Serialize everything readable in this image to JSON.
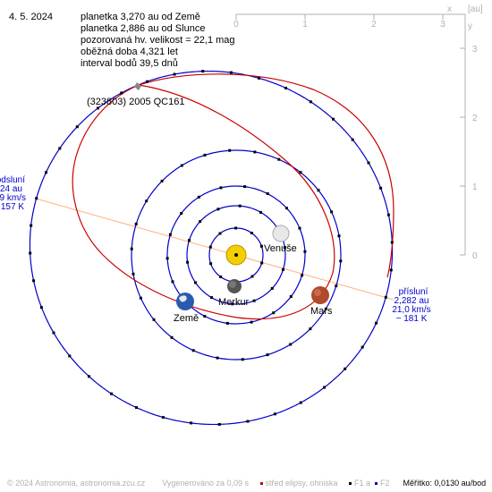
{
  "date": "4. 5. 2024",
  "info_lines": [
    "planetka 3,270 au od Země",
    "planetka 2,886 au od Slunce",
    "pozorovaná hv. velikost = 22,1 mag",
    "oběžná doba 4,321 let",
    "interval bodů 39,5 dnů"
  ],
  "asteroid_label": "(323803) 2005 QC161",
  "planets": {
    "mercury": "Merkur",
    "venus": "Venuše",
    "earth": "Země",
    "mars": "Mars"
  },
  "perihelion": {
    "title": "přísluní",
    "distance": "2,282 au",
    "speed": "21,0 km/s",
    "temp": "~ 181 K"
  },
  "aphelion": {
    "title": "odsluní",
    "distance": "24 au",
    "speed": "9 km/s",
    "temp": "157 K"
  },
  "axes": {
    "unit": "[au]",
    "x_label": "x",
    "y_label": "y",
    "x_ticks": [
      "0",
      "1",
      "2",
      "3"
    ],
    "y_ticks": [
      "0",
      "1",
      "2",
      "3"
    ]
  },
  "footer": {
    "copyright": "© 2024 Astronomia, astronomia.zcu.cz",
    "generated": "Vygenerováno za 0,09 s",
    "legend_center": "střed elipsy, ohniska",
    "legend_f1": "F1 a",
    "legend_f2": "F2",
    "scale": "Měřítko: 0,0130 au/bod"
  },
  "colors": {
    "asteroid_orbit": "#cc0000",
    "planet_orbit": "#0000cc",
    "apsides_line": "#ffb080",
    "axis": "#b0b0b0",
    "apsides_text": "#0000cc"
  }
}
